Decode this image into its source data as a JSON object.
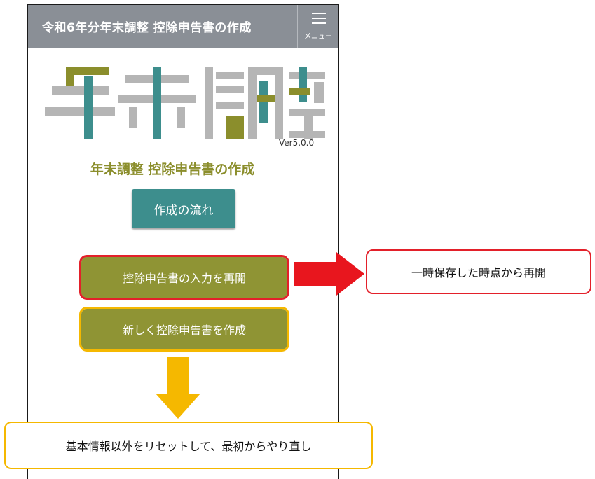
{
  "appbar": {
    "title": "令和6年分年末調整 控除申告書の作成",
    "menu_label": "メニュー"
  },
  "logo": {
    "characters": [
      "年",
      "末",
      "調",
      "整"
    ],
    "colors": {
      "gray": "#b5b5b5",
      "olive": "#8b8e2c",
      "teal": "#3d8e8d"
    }
  },
  "version": "Ver5.0.0",
  "subtitle": "年末調整 控除申告書の作成",
  "buttons": {
    "flow": "作成の流れ",
    "resume": "控除申告書の入力を再開",
    "new": "新しく控除申告書を作成"
  },
  "callouts": {
    "resume_note": "一時保存した時点から再開",
    "new_note": "基本情報以外をリセットして、最初からやり直し"
  },
  "colors": {
    "appbar": "#8a8f96",
    "olive_button": "#8f9434",
    "teal_button": "#3d8e8d",
    "red_highlight": "#e3202a",
    "yellow_highlight": "#f5b800"
  }
}
